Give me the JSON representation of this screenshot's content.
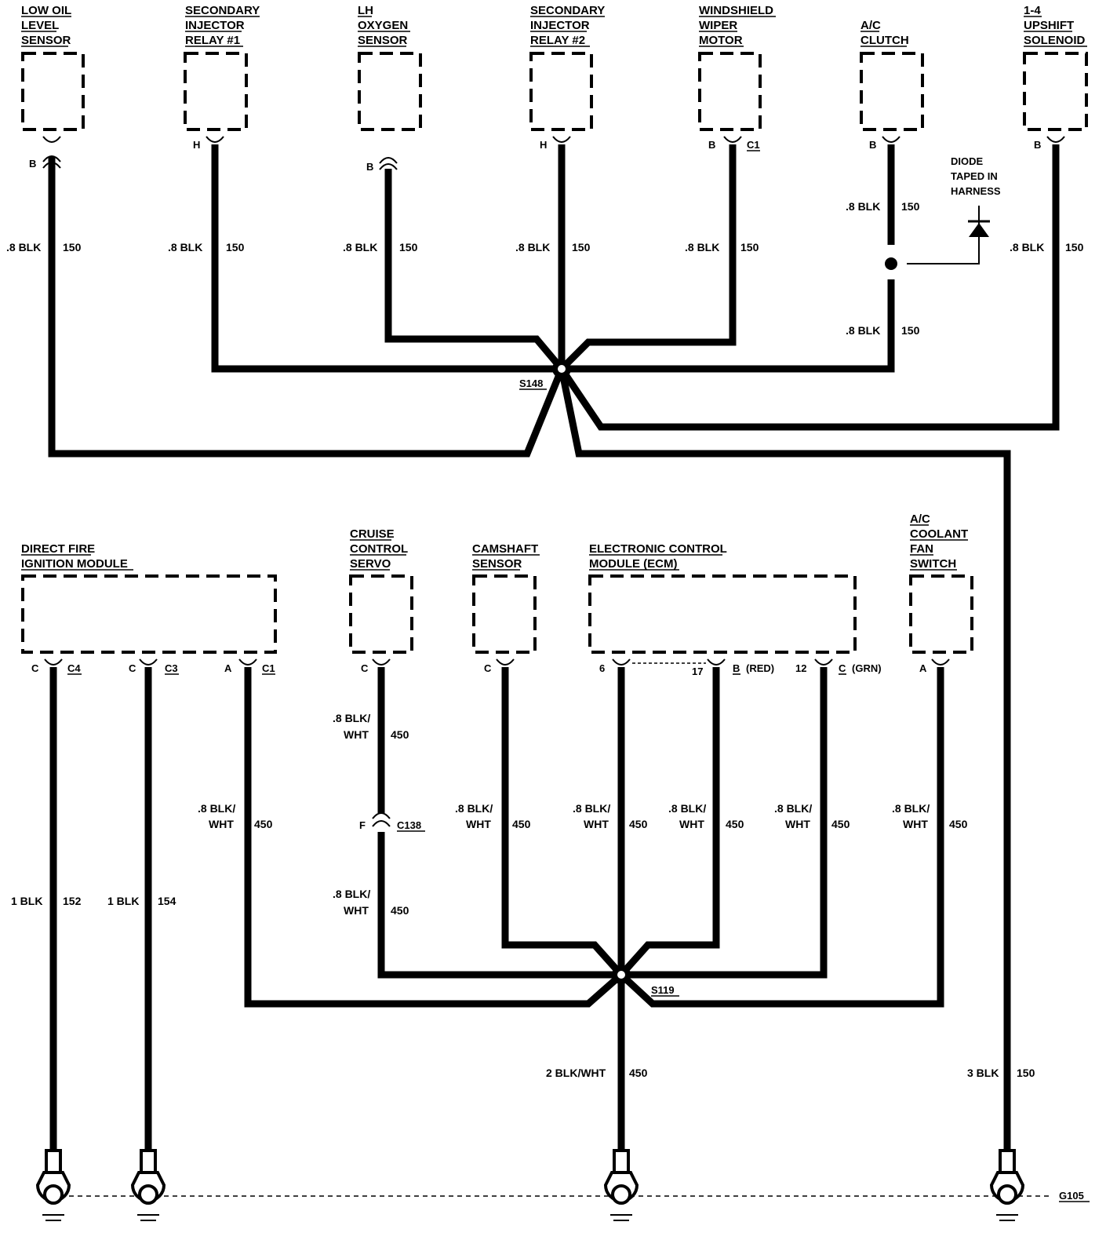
{
  "components": {
    "low_oil": [
      "LOW OIL",
      "LEVEL",
      "SENSOR"
    ],
    "sec_inj1": [
      "SECONDARY",
      "INJECTOR",
      "RELAY #1"
    ],
    "lh_oxygen": [
      "LH",
      "OXYGEN",
      "SENSOR"
    ],
    "sec_inj2": [
      "SECONDARY",
      "INJECTOR",
      "RELAY #2"
    ],
    "wiper": [
      "WINDSHIELD",
      "WIPER",
      "MOTOR"
    ],
    "ac_clutch": [
      "A/C",
      "CLUTCH"
    ],
    "upshift": [
      "1-4",
      "UPSHIFT",
      "SOLENOID"
    ],
    "dfi": [
      "DIRECT FIRE",
      "IGNITION MODULE"
    ],
    "cruise": [
      "CRUISE",
      "CONTROL",
      "SERVO"
    ],
    "camshaft": [
      "CAMSHAFT",
      "SENSOR"
    ],
    "ecm": [
      "ELECTRONIC CONTROL",
      "MODULE (ECM)"
    ],
    "ac_fan": [
      "A/C",
      "COOLANT",
      "FAN",
      "SWITCH"
    ]
  },
  "diode": [
    "DIODE",
    "TAPED IN",
    "HARNESS"
  ],
  "pins": {
    "low_oil": "B",
    "sec_inj1": "H",
    "lh_oxygen": "B",
    "sec_inj2": "H",
    "wiper": "B",
    "wiper_conn": "C1",
    "ac_clutch": "B",
    "upshift": "B",
    "dfi_1": "C",
    "dfi_1_conn": "C4",
    "dfi_2": "C",
    "dfi_2_conn": "C3",
    "dfi_3": "A",
    "dfi_3_conn": "C1",
    "cruise": "C",
    "cruise_inline": "F",
    "cruise_inline_conn": "C138",
    "camshaft": "C",
    "ecm_1": "6",
    "ecm_2": "17",
    "ecm_2_conn": "B",
    "ecm_2_color": "(RED)",
    "ecm_3": "12",
    "ecm_3_conn": "C",
    "ecm_3_color": "(GRN)",
    "ac_fan": "A"
  },
  "wires": {
    "blk": ".8 BLK",
    "circuit_150": "150",
    "blk_wht": [
      ".8 BLK/",
      "WHT"
    ],
    "circuit_450": "450",
    "blk_1": "1 BLK",
    "circuit_152": "152",
    "circuit_154": "154",
    "blk_wht_2": "2 BLK/WHT",
    "blk_3": "3 BLK"
  },
  "splices": {
    "upper": "S148",
    "lower": "S119"
  },
  "ground": "G105"
}
